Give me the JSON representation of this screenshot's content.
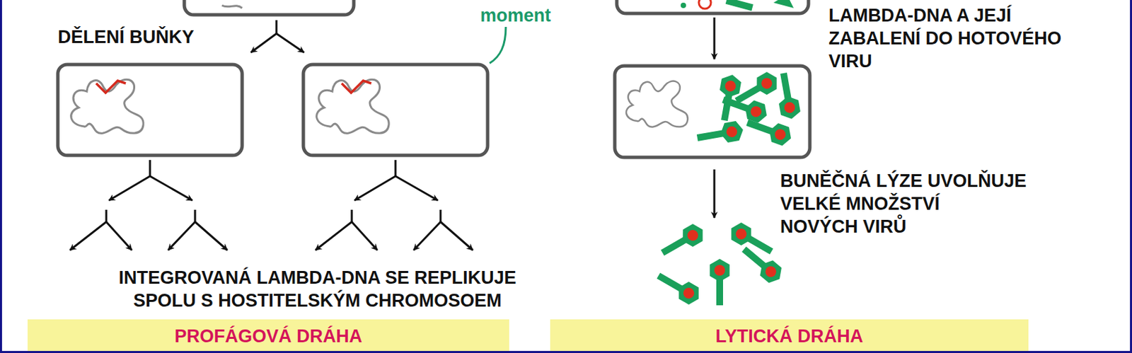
{
  "diagram": {
    "nodes": [
      {
        "text": [
          "PROFÁGOVÁ DRÁHA"
        ]
      },
      {
        "text": [
          "LYTICKÁ DRÁHA"
        ]
      }
    ],
    "labels": [
      "DĚLENÍ BUŇKY",
      "moment",
      "LAMBDA-DNA A JEJÍ ZABALENÍ DO HOTOVÉHO VIRU",
      "BUNĚČNÁ LÝZE UVOLŇUJE VELKÉ MNOŽSTVÍ NOVÝCH VIRŮ",
      "INTEGROVANÁ LAMBDA-DNA SE REPLIKUJE SPOLU S HOSTITELSKÝM CHROMOSOEM"
    ]
  }
}
